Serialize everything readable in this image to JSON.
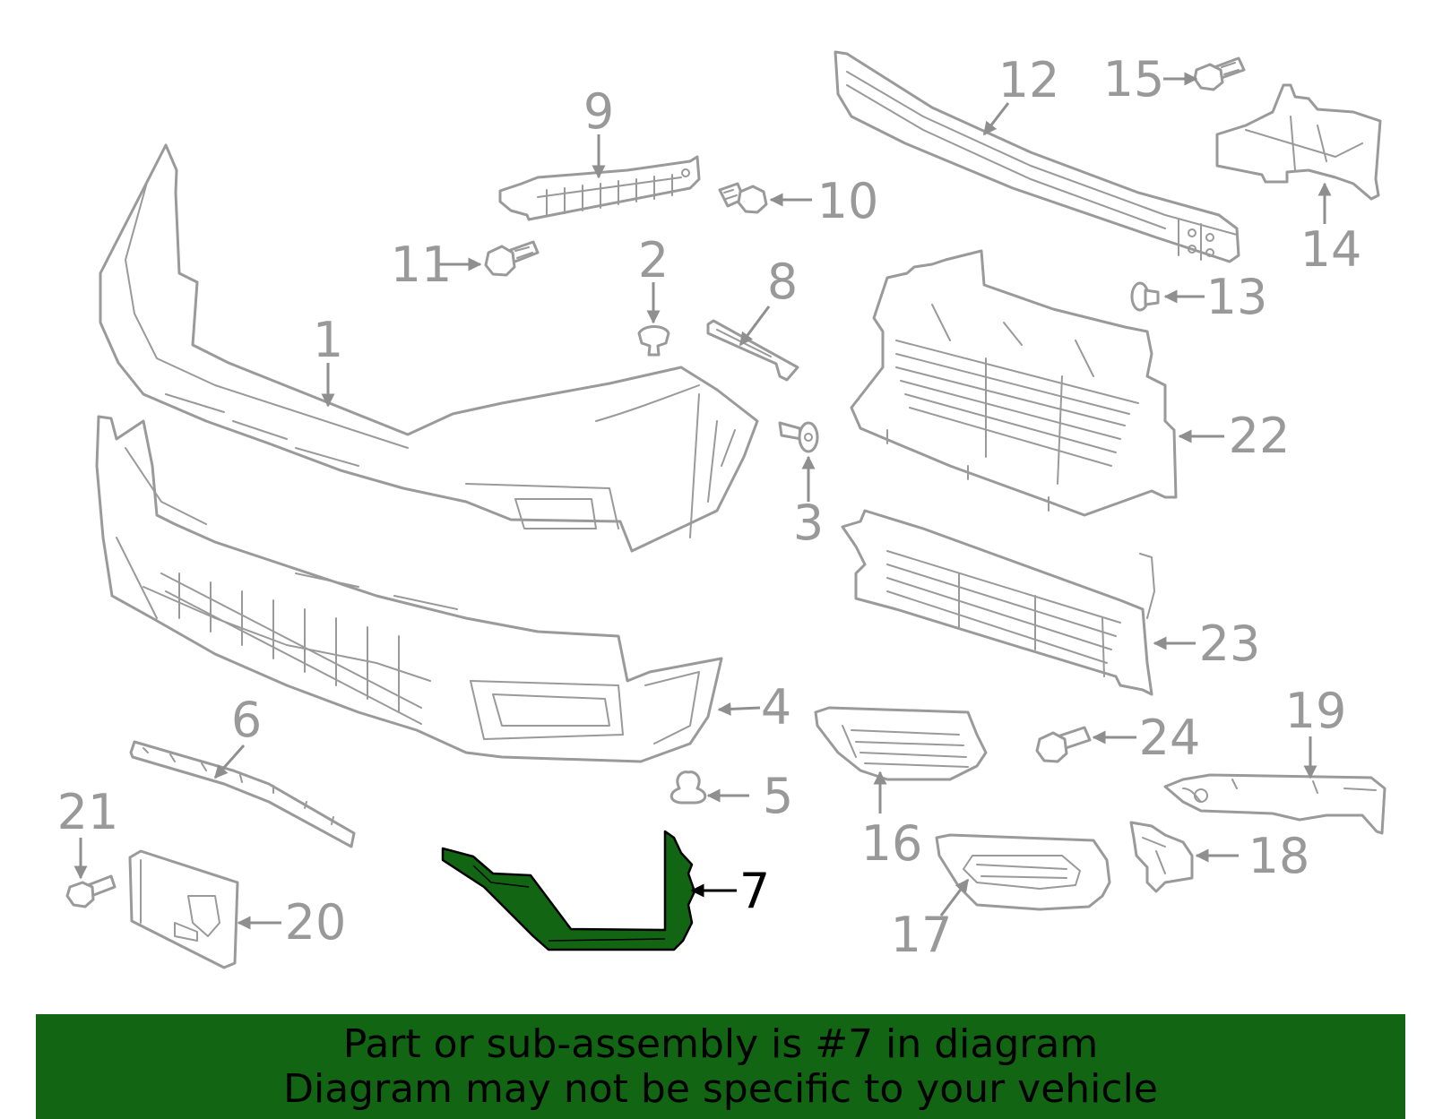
{
  "colors": {
    "highlight_fill": "#126512",
    "banner_bg": "#126512",
    "part_stroke": "#9a9a9a",
    "callout_text": "#999999",
    "highlight_text": "#000000"
  },
  "diagram": {
    "highlighted_part": "7",
    "callouts": [
      "1",
      "2",
      "3",
      "4",
      "5",
      "6",
      "7",
      "8",
      "9",
      "10",
      "11",
      "12",
      "13",
      "14",
      "15",
      "16",
      "17",
      "18",
      "19",
      "20",
      "21",
      "22",
      "23",
      "24"
    ]
  },
  "banner": {
    "line1": "Part or sub-assembly is #7 in diagram",
    "line2": "Diagram may not be specific to your vehicle"
  }
}
